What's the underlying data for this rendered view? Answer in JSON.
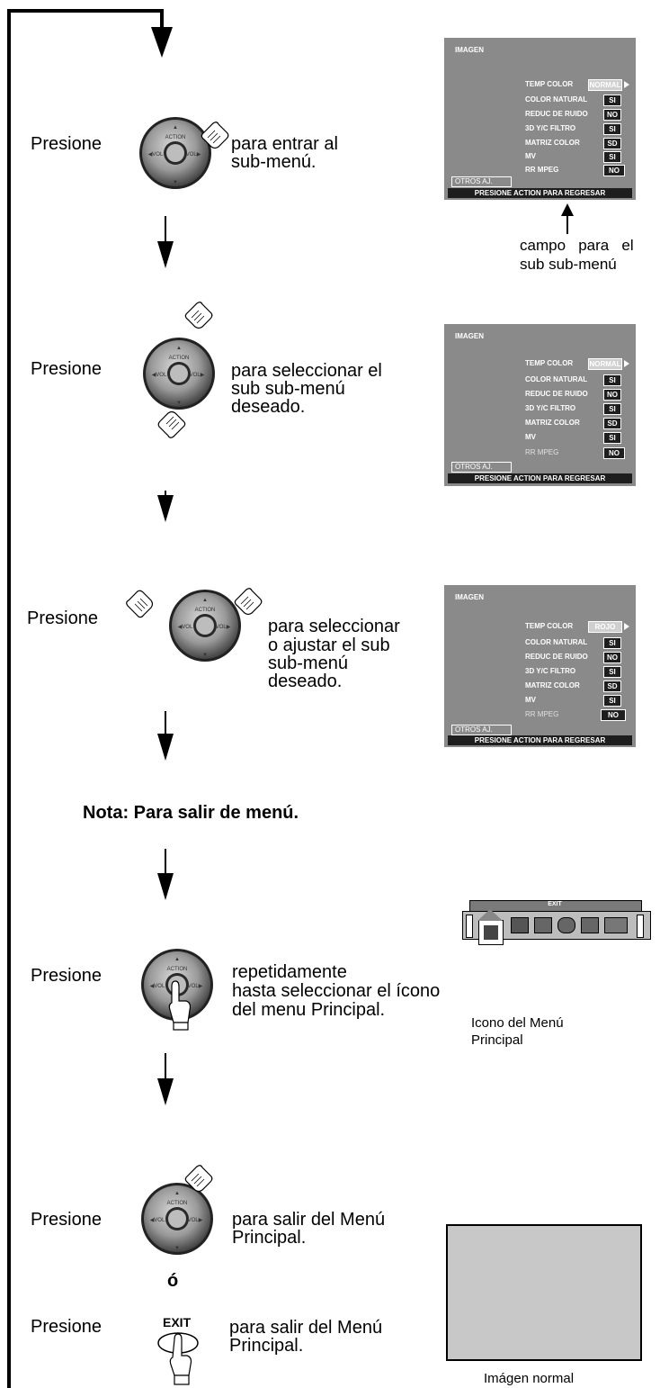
{
  "step1": {
    "label": "Presione",
    "text1": "para entrar al",
    "text2": "sub-menú."
  },
  "step2": {
    "label": "Presione",
    "text1": "para seleccionar el",
    "text2": "sub sub-menú",
    "text3": "deseado."
  },
  "step3": {
    "label": "Presione",
    "text1": "para seleccionar",
    "text2": "o ajustar el sub",
    "text3": "sub-menú",
    "text4": "deseado."
  },
  "note": "Nota: Para salir de menú.",
  "step4": {
    "label": "Presione",
    "text1": "repetidamente",
    "text2": "hasta seleccionar el ícono",
    "text3": "del menu Principal."
  },
  "step5": {
    "label": "Presione",
    "text1": "para salir del Menú",
    "text2": "Principal."
  },
  "or": "ó",
  "step6": {
    "label": "Presione",
    "exit_button": "EXIT",
    "text1": "para salir del Menú",
    "text2": "Principal."
  },
  "annotation_subsub": {
    "line1": "campo   para   el",
    "line2": "sub sub-menú"
  },
  "menu_icons_caption": {
    "line1": "Icono del Menú",
    "line2": "Principal"
  },
  "menu_icons_bar_title": "EXIT",
  "normal_image_caption": "Imágen normal",
  "menus": [
    {
      "title": "IMAGEN",
      "temp_color": "NORMAL",
      "items": [
        "TEMP COLOR",
        "COLOR NATURAL",
        "REDUC DE RUIDO",
        "3D Y/C FILTRO",
        "MATRIZ COLOR",
        "MV",
        "RR MPEG"
      ],
      "values": [
        "SI",
        "NO",
        "SI",
        "SD",
        "SI",
        "NO"
      ],
      "otros": "OTROS AJ.",
      "bar": "PRESIONE ACTION PARA REGRESAR"
    },
    {
      "title": "IMAGEN",
      "temp_color": "NORMAL",
      "items": [
        "TEMP COLOR",
        "COLOR NATURAL",
        "REDUC DE RUIDO",
        "3D Y/C FILTRO",
        "MATRIZ COLOR",
        "MV",
        "RR MPEG"
      ],
      "values": [
        "SI",
        "NO",
        "SI",
        "SD",
        "SI",
        "NO"
      ],
      "otros": "OTROS AJ.",
      "bar": "PRESIONE ACTION PARA REGRESAR"
    },
    {
      "title": "IMAGEN",
      "temp_color": "ROJO",
      "items": [
        "TEMP COLOR",
        "COLOR NATURAL",
        "REDUC DE RUIDO",
        "3D Y/C FILTRO",
        "MATRIZ COLOR",
        "MV",
        "RR MPEG"
      ],
      "values": [
        "SI",
        "NO",
        "SI",
        "SD",
        "SI",
        "NO"
      ],
      "otros": "OTROS AJ.",
      "bar": "PRESIONE ACTION PARA REGRESAR"
    }
  ]
}
